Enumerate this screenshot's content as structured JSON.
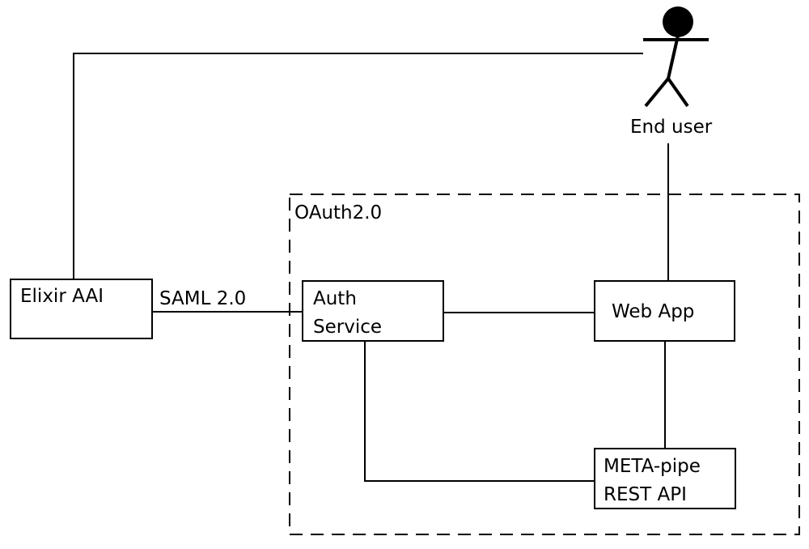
{
  "diagram": {
    "end_user": {
      "label": "End user"
    },
    "boundary": {
      "label": "OAuth2.0"
    },
    "elixir": {
      "label": "Elixir AAI"
    },
    "saml": {
      "label": "SAML 2.0"
    },
    "auth_service": {
      "line1": "Auth",
      "line2": "Service"
    },
    "web_app": {
      "label": "Web App"
    },
    "api": {
      "line1": "META-pipe",
      "line2": "REST API"
    }
  }
}
